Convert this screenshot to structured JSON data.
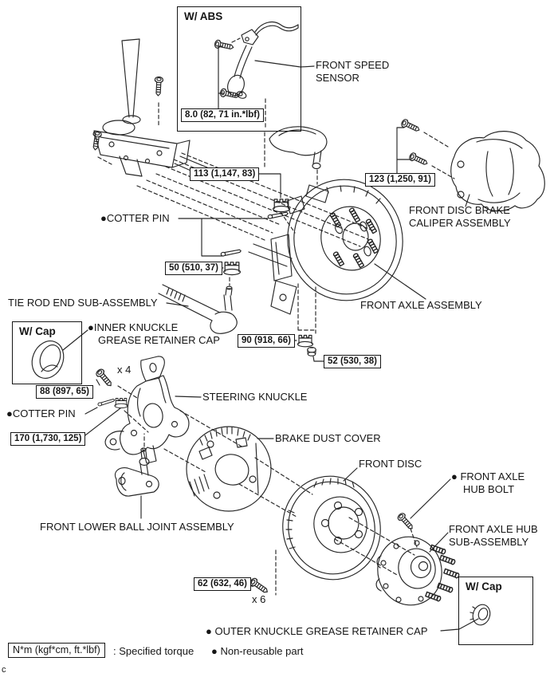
{
  "page": {
    "corner_mark": "c"
  },
  "insets": {
    "abs": {
      "title": "W/ ABS"
    },
    "cap_inner": {
      "title": "W/ Cap"
    },
    "cap_outer": {
      "title": "W/ Cap"
    }
  },
  "torques": {
    "sensor": "8.0 (82, 71 in.*lbf)",
    "t113": "113 (1,147, 83)",
    "t123": "123 (1,250, 91)",
    "t50": "50 (510, 37)",
    "t90": "90 (918, 66)",
    "t52": "52 (530, 38)",
    "t88": "88 (897, 65)",
    "t170": "170 (1,730, 125)",
    "t62": "62 (632, 46)"
  },
  "multipliers": {
    "x4": "x 4",
    "x6": "x 6"
  },
  "labels": {
    "front_speed_sensor": {
      "line1": "FRONT SPEED",
      "line2": "SENSOR"
    },
    "caliper": {
      "line1": "FRONT DISC BRAKE",
      "line2": "CALIPER ASSEMBLY"
    },
    "cotter_pin_upper": "●COTTER PIN",
    "tie_rod": "TIE ROD END SUB-ASSEMBLY",
    "front_axle_assembly": "FRONT AXLE ASSEMBLY",
    "inner_cap": {
      "line1": "●INNER KNUCKLE",
      "line2": "GREASE RETAINER CAP"
    },
    "steering_knuckle": "STEERING KNUCKLE",
    "cotter_pin_lower": "●COTTER PIN",
    "brake_dust_cover": "BRAKE DUST COVER",
    "front_disc": "FRONT DISC",
    "hub_bolt": {
      "line1": "● FRONT AXLE",
      "line2": "HUB BOLT"
    },
    "hub_sub": {
      "line1": "FRONT AXLE HUB",
      "line2": "SUB-ASSEMBLY"
    },
    "lower_ball_joint": "FRONT LOWER BALL JOINT ASSEMBLY",
    "outer_cap": "● OUTER KNUCKLE GREASE RETAINER CAP"
  },
  "legend": {
    "torque_box": "N*m (kgf*cm, ft.*lbf)",
    "torque_desc": ": Specified torque",
    "nonreusable": "● Non-reusable part"
  }
}
